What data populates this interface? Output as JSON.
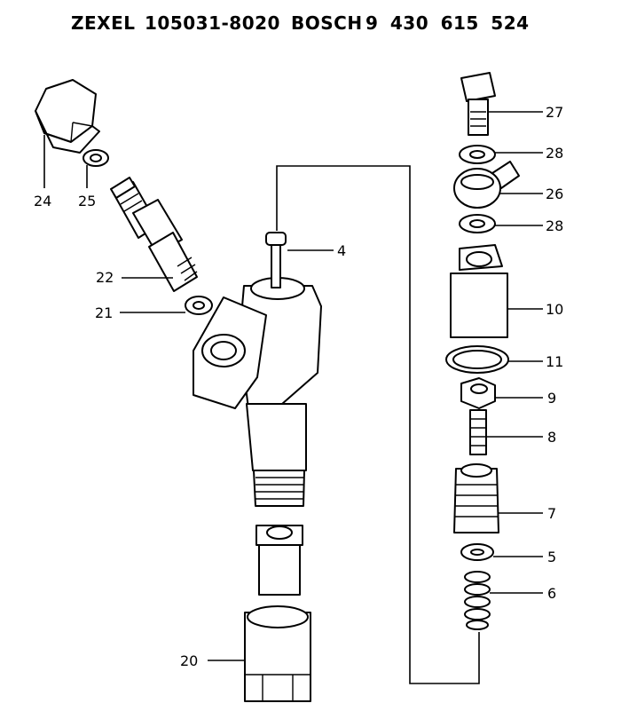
{
  "header": {
    "brand1": "ZEXEL",
    "part1": "105031-8020",
    "brand2": "BOSCH",
    "part2": "9 430 615 524"
  },
  "callouts": [
    "24",
    "25",
    "22",
    "21",
    "4",
    "20",
    "27",
    "28",
    "26",
    "28",
    "10",
    "11",
    "9",
    "8",
    "7",
    "5",
    "6"
  ]
}
